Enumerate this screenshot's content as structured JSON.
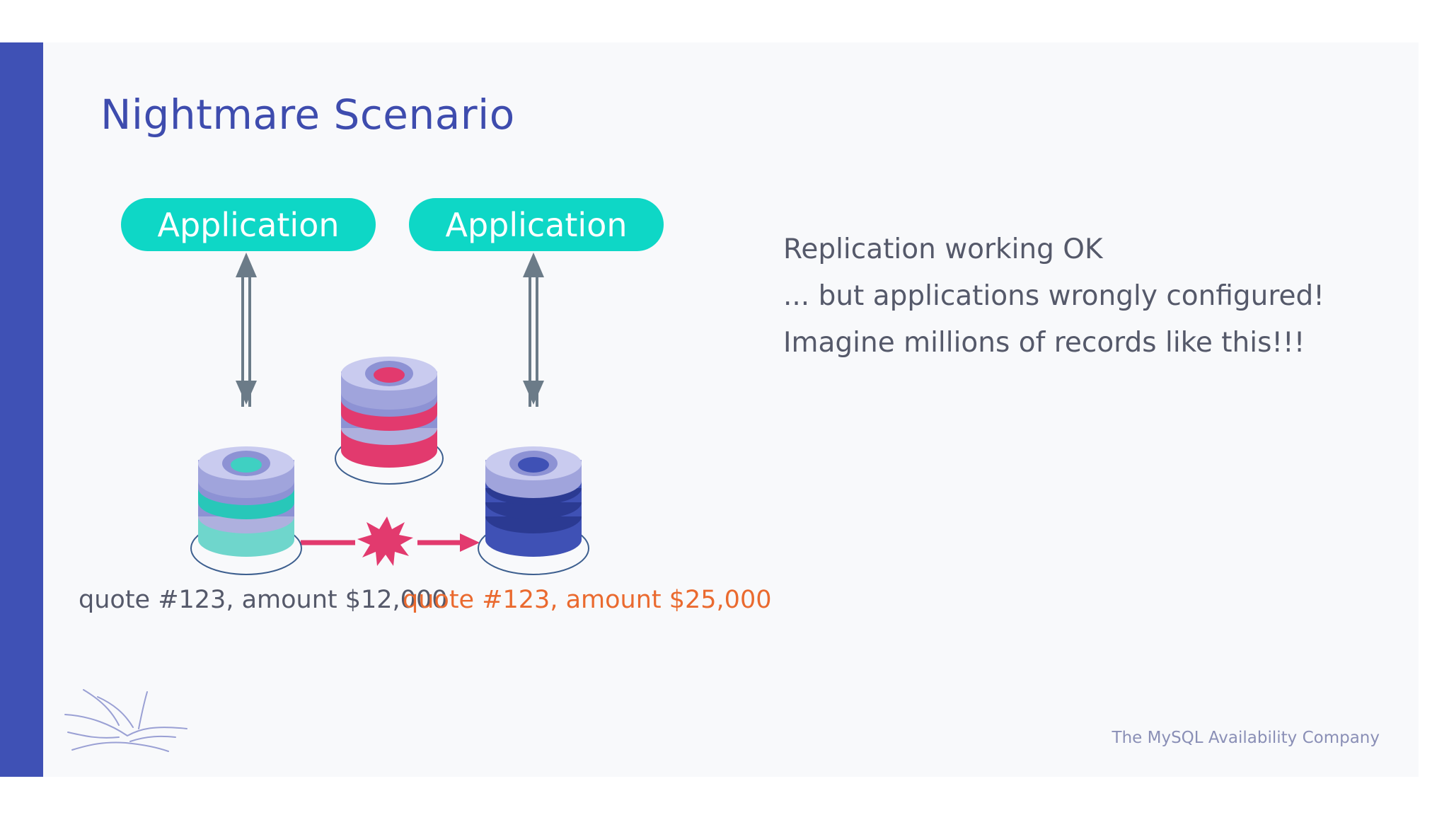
{
  "slide": {
    "title": "Nightmare Scenario",
    "apps": [
      {
        "label": "Application"
      },
      {
        "label": "Application"
      }
    ],
    "bullets": [
      "Replication working OK",
      "... but applications wrongly configured!",
      "Imagine millions of records like this!!!"
    ],
    "quotes": {
      "left": "quote #123, amount $12,000",
      "right": "quote #123, amount $25,000"
    },
    "footer": "The MySQL Availability Company"
  },
  "colors": {
    "brand": "#3f51b5",
    "app_pill": "#0ed7c6",
    "error": "#e23a6e",
    "warning_text": "#ea6a2f"
  },
  "icons": [
    "database-teal-icon",
    "database-pink-icon",
    "database-navy-icon",
    "double-arrow-icon",
    "explosion-icon",
    "dolphin-logo-icon"
  ]
}
